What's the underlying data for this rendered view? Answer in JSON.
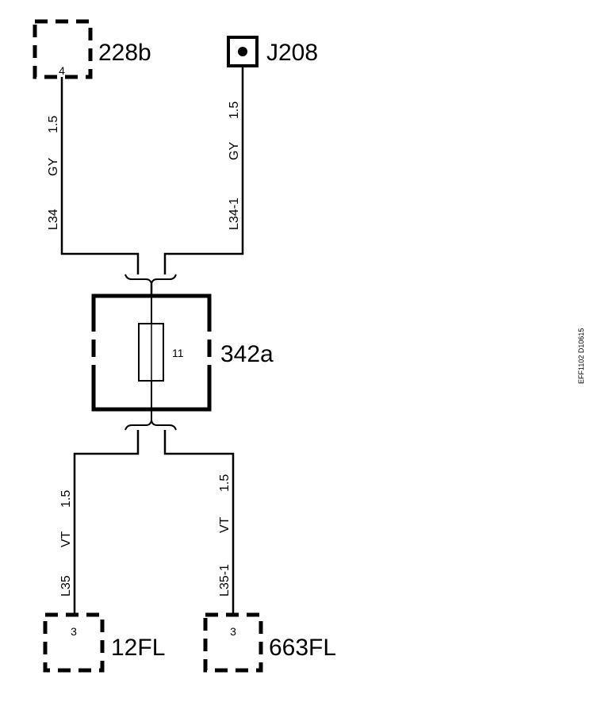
{
  "components": {
    "c228b": {
      "label": "228b",
      "pin": "4"
    },
    "j208": {
      "label": "J208"
    },
    "c342a": {
      "label": "342a",
      "fuse": "11"
    },
    "c12fl": {
      "label": "12FL",
      "pin": "3"
    },
    "c663fl": {
      "label": "663FL",
      "pin": "3"
    }
  },
  "wires": {
    "l34": {
      "id": "L34",
      "color": "GY",
      "size": "1.5"
    },
    "l34_1": {
      "id": "L34-1",
      "color": "GY",
      "size": "1.5"
    },
    "l35": {
      "id": "L35",
      "color": "VT",
      "size": "1.5"
    },
    "l35_1": {
      "id": "L35-1",
      "color": "VT",
      "size": "1.5"
    }
  },
  "reference": "EFF1102 D10615"
}
